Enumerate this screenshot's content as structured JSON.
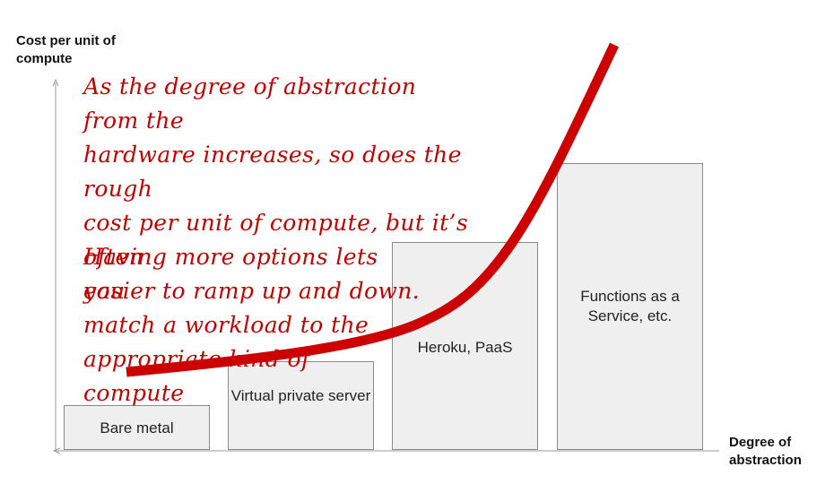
{
  "axes": {
    "y_label": "Cost per unit of compute",
    "x_label": "Degree of abstraction"
  },
  "bars": [
    {
      "label": "Bare metal"
    },
    {
      "label": "Virtual private server"
    },
    {
      "label": "Heroku, PaaS"
    },
    {
      "label": "Functions as a Service, etc."
    }
  ],
  "annotations": {
    "note_1": "As the degree of abstraction from the\nhardware increases, so does the rough\ncost per unit of compute, but it’s often\neasier to ramp up and down.",
    "note_2": "Having more options lets you\nmatch a workload to the\nappropriate kind of compute"
  },
  "colors": {
    "curve": "#cc0000",
    "note_text": "#c40000",
    "bar_fill": "#efefef",
    "bar_border": "#8a8a8a",
    "axis": "#9a9a9a"
  }
}
